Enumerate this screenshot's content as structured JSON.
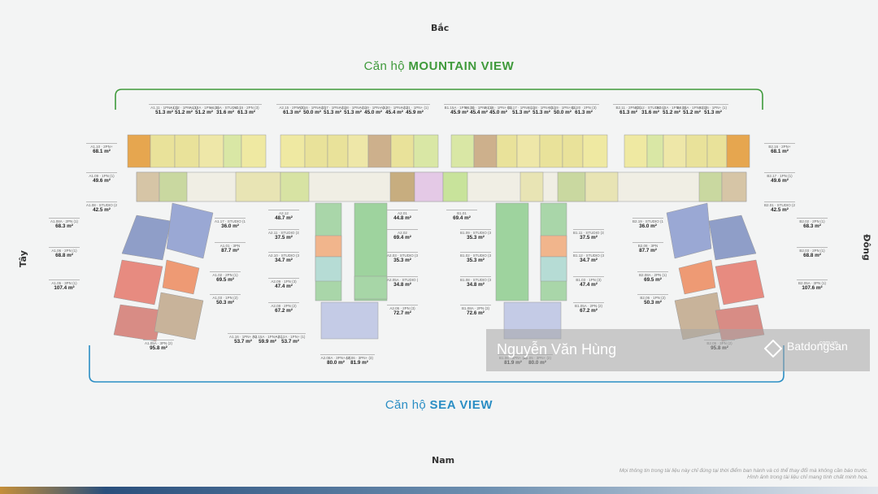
{
  "compass": {
    "north": "Bắc",
    "south": "Nam",
    "west": "Tây",
    "east": "Đông"
  },
  "mountain_view": {
    "prefix": "Căn hộ",
    "name": "MOUNTAIN VIEW"
  },
  "sea_view": {
    "prefix": "Căn hộ",
    "name": "SEA VIEW"
  },
  "watermark": {
    "author": "Nguyễn Văn Hùng",
    "logo": "Batdongsan",
    "domain": ".com.vn"
  },
  "disclaimer": "Mọi thông tin trong tài liệu này chỉ đúng tại thời điểm ban hành và có thể thay đổi mà không cần báo trước. Hình ảnh trong tài liệu chỉ mang tính chất minh họa.",
  "colors": {
    "mountain": "#3f9a3b",
    "sea": "#2b8ec4"
  },
  "units": [
    {
      "code": "A1.11",
      "type": "1PN+ (1)",
      "area": "51.3 m²"
    },
    {
      "code": "A1.12",
      "type": "1PN+ (1)",
      "area": "51.2 m²"
    },
    {
      "code": "A1.12A",
      "type": "1PN+ (1)",
      "area": "51.2 m²"
    },
    {
      "code": "A1.15A",
      "type": "STUDIO (1)",
      "area": "31.6 m²"
    },
    {
      "code": "A1.15",
      "type": "2PN (3)",
      "area": "61.3 m²"
    },
    {
      "code": "A2.15",
      "type": "2PN (3)",
      "area": "61.3 m²"
    },
    {
      "code": "A2.16",
      "type": "1PN+ (2)",
      "area": "50.0 m²"
    },
    {
      "code": "A2.17",
      "type": "1PN+ (1)",
      "area": "51.3 m²"
    },
    {
      "code": "A2.18",
      "type": "1PN+ (1)",
      "area": "51.3 m²"
    },
    {
      "code": "A2.19",
      "type": "1PN+ (1)",
      "area": "45.0 m²"
    },
    {
      "code": "A2.20",
      "type": "1PN+ (1)",
      "area": "45.4 m²"
    },
    {
      "code": "A2.21",
      "type": "1PN+ (1)",
      "area": "45.9 m²"
    },
    {
      "code": "B1.15A",
      "type": "1PN+ (1)",
      "area": "45.9 m²"
    },
    {
      "code": "B1.15",
      "type": "1PN+ (1)",
      "area": "45.4 m²"
    },
    {
      "code": "B1.16",
      "type": "1PN+ (1)",
      "area": "45.0 m²"
    },
    {
      "code": "B1.17",
      "type": "1PN+ (1)",
      "area": "51.3 m²"
    },
    {
      "code": "B1.18",
      "type": "1PN+ (1)",
      "area": "51.3 m²"
    },
    {
      "code": "B1.19",
      "type": "1PN+ (2)",
      "area": "50.0 m²"
    },
    {
      "code": "B1.20",
      "type": "2PN (3)",
      "area": "61.3 m²"
    },
    {
      "code": "B2.11",
      "type": "2PN (3)",
      "area": "61.3 m²"
    },
    {
      "code": "B2.12",
      "type": "STUDIO (1)",
      "area": "31.6 m²"
    },
    {
      "code": "B2.12A",
      "type": "1PN+ (1)",
      "area": "51.2 m²"
    },
    {
      "code": "B2.15A",
      "type": "1PN+ (1)",
      "area": "51.2 m²"
    },
    {
      "code": "B2.15",
      "type": "1PN+ (1)",
      "area": "51.3 m²"
    },
    {
      "code": "A1.10",
      "type": "2PN+",
      "area": "68.1 m²"
    },
    {
      "code": "A1.09",
      "type": "1PN (1)",
      "area": "49.6 m²"
    },
    {
      "code": "A1.08",
      "type": "STUDIO (2)",
      "area": "42.5 m²"
    },
    {
      "code": "A1.08A",
      "type": "2PN (1)",
      "area": "68.3 m²"
    },
    {
      "code": "A1.06",
      "type": "2PN (1)",
      "area": "68.8 m²"
    },
    {
      "code": "A1.05",
      "type": "3PN (1)",
      "area": "107.4 m²"
    },
    {
      "code": "B2.16",
      "type": "2PN+",
      "area": "68.1 m²"
    },
    {
      "code": "B2.17",
      "type": "1PN (1)",
      "area": "49.6 m²"
    },
    {
      "code": "B2.01",
      "type": "STUDIO (2)",
      "area": "42.5 m²"
    },
    {
      "code": "B2.02",
      "type": "2PN (1)",
      "area": "68.3 m²"
    },
    {
      "code": "B2.03",
      "type": "2PN (1)",
      "area": "68.8 m²"
    },
    {
      "code": "B2.05A",
      "type": "3PN (1)",
      "area": "107.6 m²"
    },
    {
      "code": "A1.17",
      "type": "STUDIO (1)",
      "area": "36.0 m²"
    },
    {
      "code": "A1.01",
      "type": "3PN",
      "area": "87.7 m²"
    },
    {
      "code": "A1.02",
      "type": "2PN (1)",
      "area": "69.5 m²"
    },
    {
      "code": "A1.03",
      "type": "1PN (2)",
      "area": "50.3 m²"
    },
    {
      "code": "A1.05A",
      "type": "3PN (2)",
      "area": "95.8 m²"
    },
    {
      "code": "A1.16",
      "type": "1PN+ (1)",
      "area": "53.7 m²"
    },
    {
      "code": "A2.15A",
      "type": "1PN+ (1)",
      "area": "59.9 m²"
    },
    {
      "code": "A2.12A",
      "type": "1PN+ (1)",
      "area": "53.7 m²"
    },
    {
      "code": "A2.12",
      "type": "",
      "area": "48.7 m²"
    },
    {
      "code": "A2.11",
      "type": "STUDIO (3)",
      "area": "37.5 m²"
    },
    {
      "code": "A2.10",
      "type": "STUDIO (3)",
      "area": "34.7 m²"
    },
    {
      "code": "A2.09",
      "type": "1PN (3)",
      "area": "47.4 m²"
    },
    {
      "code": "A2.08",
      "type": "2PN (2)",
      "area": "67.2 m²"
    },
    {
      "code": "A2.08A",
      "type": "3PN+ (2)",
      "area": "80.0 m²"
    },
    {
      "code": "A2.06",
      "type": "3PN+ (3)",
      "area": "81.9 m²"
    },
    {
      "code": "A2.01",
      "type": "",
      "area": "44.8 m²"
    },
    {
      "code": "A2.02",
      "type": "",
      "area": "69.4 m²"
    },
    {
      "code": "A2.03",
      "type": "STUDIO (3)",
      "area": "35.3 m²"
    },
    {
      "code": "A2.05A",
      "type": "STUDIO (3)",
      "area": "34.8 m²"
    },
    {
      "code": "A2.05",
      "type": "2PN (3)",
      "area": "72.7 m²"
    },
    {
      "code": "B1.01",
      "type": "",
      "area": "69.4 m²"
    },
    {
      "code": "B1.02",
      "type": "STUDIO (3)",
      "area": "35.3 m²"
    },
    {
      "code": "B1.09",
      "type": "STUDIO (3)",
      "area": "35.3 m²"
    },
    {
      "code": "B1.08",
      "type": "STUDIO (3)",
      "area": "34.8 m²"
    },
    {
      "code": "B1.08A",
      "type": "2PN (3)",
      "area": "72.6 m²"
    },
    {
      "code": "B1.06",
      "type": "3PN+ (3)",
      "area": "81.9 m²"
    },
    {
      "code": "B1.05",
      "type": "3PN+ (2)",
      "area": "80.0 m²"
    },
    {
      "code": "B1.11",
      "type": "STUDIO (3)",
      "area": "37.5 m²"
    },
    {
      "code": "B1.12",
      "type": "STUDIO (3)",
      "area": "34.7 m²"
    },
    {
      "code": "B1.03",
      "type": "1PN (3)",
      "area": "47.4 m²"
    },
    {
      "code": "B1.05A",
      "type": "2PN (2)",
      "area": "67.2 m²"
    },
    {
      "code": "B2.19",
      "type": "STUDIO (1)",
      "area": "36.0 m²"
    },
    {
      "code": "B2.08",
      "type": "3PN",
      "area": "87.7 m²"
    },
    {
      "code": "B2.08A",
      "type": "2PN (1)",
      "area": "69.5 m²"
    },
    {
      "code": "B2.06",
      "type": "1PN (2)",
      "area": "50.3 m²"
    },
    {
      "code": "B2.05",
      "type": "3PN (2)",
      "area": "95.8 m²"
    }
  ]
}
